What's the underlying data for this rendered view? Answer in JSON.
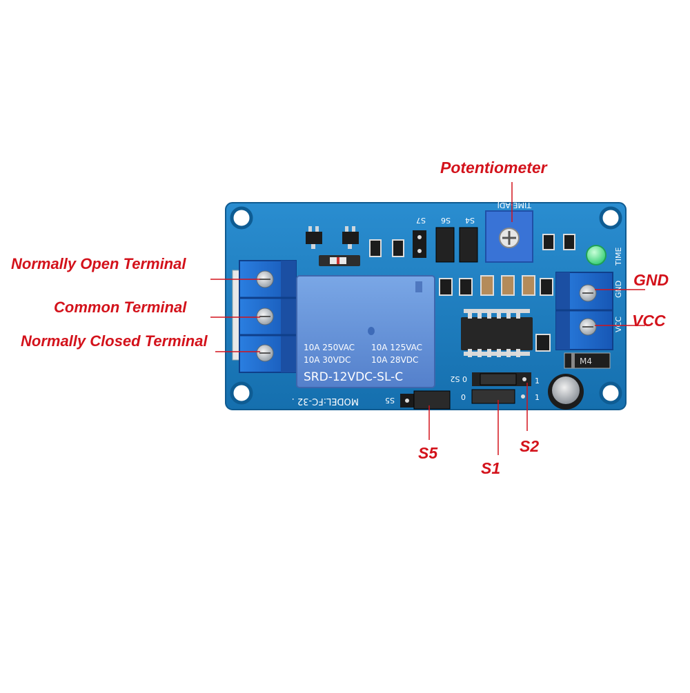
{
  "labels": {
    "potentiometer": "Potentiometer",
    "normally_open": "Normally Open Terminal",
    "common": "Common Terminal",
    "normally_closed": "Normally Closed Terminal",
    "gnd": "GND",
    "vcc": "VCC",
    "s5": "S5",
    "s1": "S1",
    "s2": "S2"
  },
  "board": {
    "relay_line1_left": "10A  250VAC",
    "relay_line1_right": "10A  125VAC",
    "relay_line2_left": "10A   30VDC",
    "relay_line2_right": "10A  28VDC",
    "relay_model": "SRD-12VDC-SL-C",
    "model_text": "MODEL:FC-32 .",
    "time_adj": "TIME-ADJ",
    "time_right": "TIME",
    "gnd_silk": "GND",
    "vcc_silk": "VCC",
    "s7": "S7",
    "s6": "S6",
    "s4": "S4",
    "s5_silk": "S5",
    "s2_silk": "0 S2",
    "one_a": "1",
    "zero_b": "0",
    "one_b": "1",
    "diode_text": "M4",
    "colors": {
      "pcb": "#1a7dbf",
      "terminal": "#1f6fd0",
      "relay": "#5f8fd6",
      "callout": "#d3121b"
    }
  }
}
